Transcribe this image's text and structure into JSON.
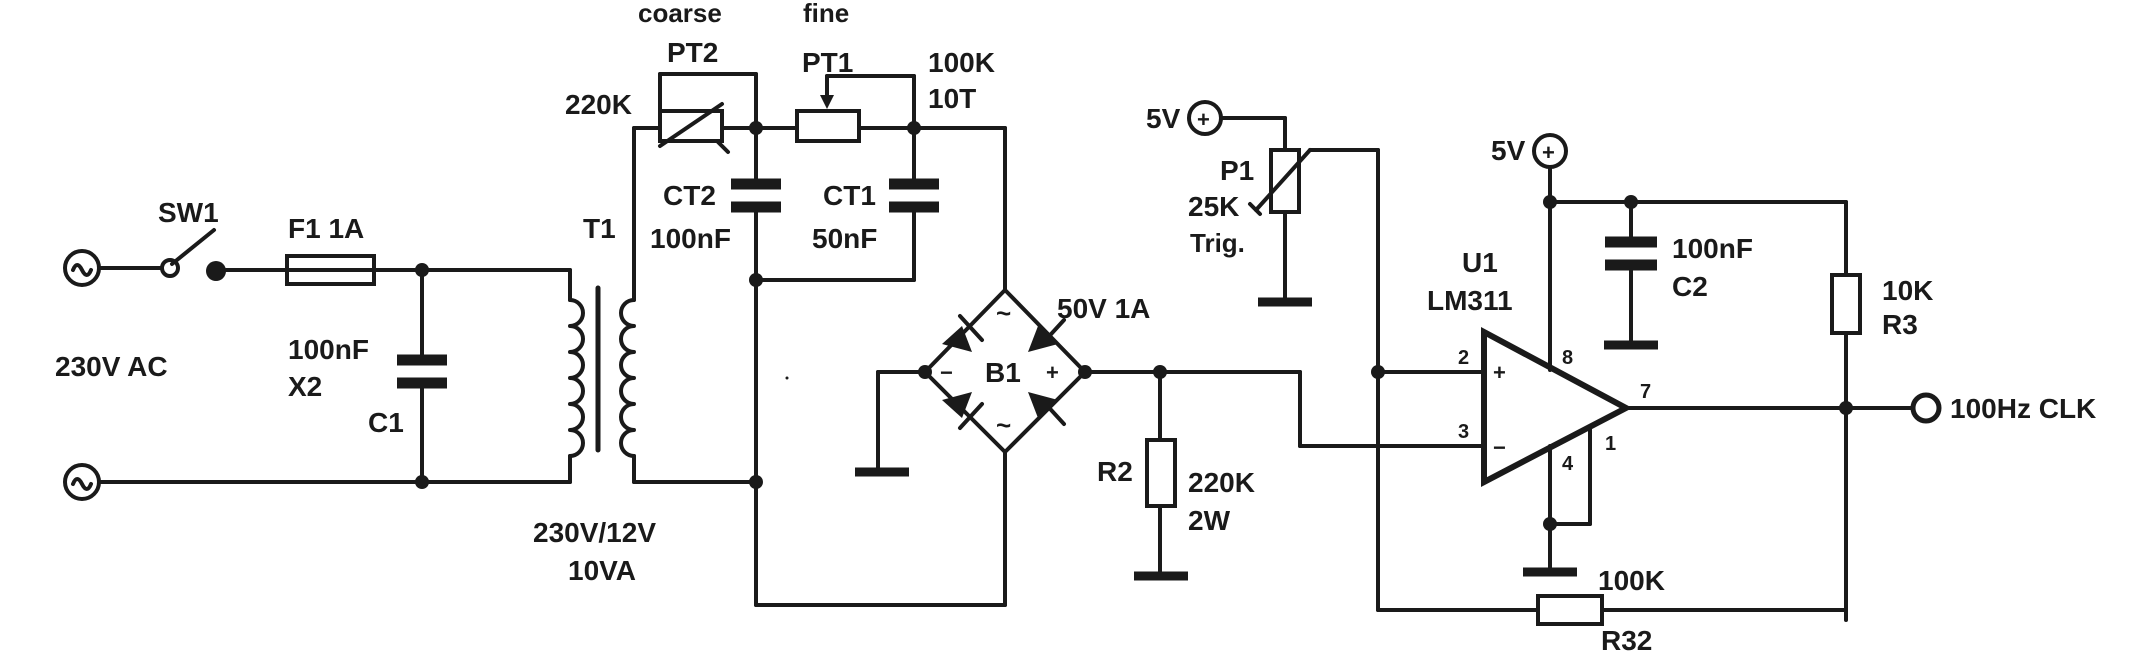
{
  "labels": {
    "input_ac": "230V AC",
    "sw1": "SW1",
    "fuse": "F1 1A",
    "c1_value": "100nF",
    "c1_type": "X2",
    "c1": "C1",
    "t1": "T1",
    "t1_ratio": "230V/12V",
    "t1_power": "10VA",
    "coarse": "coarse",
    "fine": "fine",
    "pt2": "PT2",
    "pt1": "PT1",
    "pt2_value": "220K",
    "pt1_value": "100K",
    "pt1_turns": "10T",
    "ct2": "CT2",
    "ct2_value": "100nF",
    "ct1": "CT1",
    "ct1_value": "50nF",
    "bridge_rating": "50V 1A",
    "b1": "B1",
    "b1_minus": "−",
    "b1_plus": "+",
    "ac_tilde_top": "~",
    "ac_tilde_bottom": "~",
    "r2": "R2",
    "r2_value": "220K",
    "r2_power": "2W",
    "supply_p1": "5V",
    "p1": "P1",
    "p1_value": "25K",
    "p1_trig": "Trig.",
    "supply_u1": "5V",
    "supply_symbol": "+",
    "u1": "U1",
    "u1_part": "LM311",
    "pin2": "2",
    "pin3": "3",
    "pin8": "8",
    "pin4": "4",
    "pin7": "7",
    "pin1": "1",
    "in_plus": "+",
    "in_minus": "−",
    "c2_value": "100nF",
    "c2": "C2",
    "r3_value": "10K",
    "r3": "R3",
    "r32_value": "100K",
    "r32": "R32",
    "output": "100Hz CLK"
  }
}
